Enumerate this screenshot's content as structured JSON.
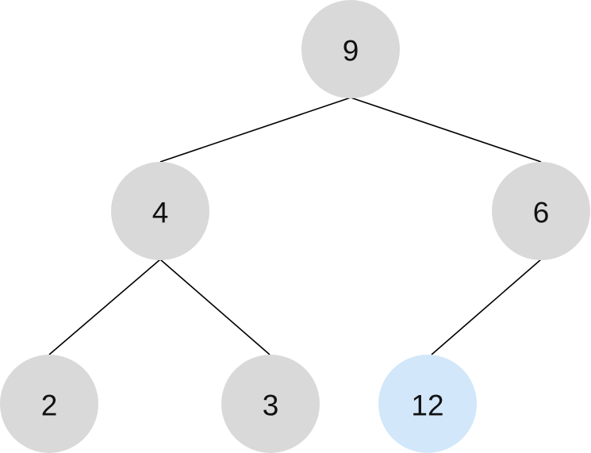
{
  "tree": {
    "colors": {
      "default_node": "#d9d9d9",
      "highlight_node": "#d3e7fa",
      "edge": "#000000",
      "label": "#111111"
    },
    "nodes": [
      {
        "id": "n9",
        "label": "9",
        "highlight": false
      },
      {
        "id": "n4",
        "label": "4",
        "highlight": false
      },
      {
        "id": "n6",
        "label": "6",
        "highlight": false
      },
      {
        "id": "n2",
        "label": "2",
        "highlight": false
      },
      {
        "id": "n3",
        "label": "3",
        "highlight": false
      },
      {
        "id": "n12",
        "label": "12",
        "highlight": true
      }
    ],
    "edges": [
      {
        "from": "n9",
        "to": "n4"
      },
      {
        "from": "n9",
        "to": "n6"
      },
      {
        "from": "n4",
        "to": "n2"
      },
      {
        "from": "n4",
        "to": "n3"
      },
      {
        "from": "n6",
        "to": "n12"
      }
    ]
  }
}
